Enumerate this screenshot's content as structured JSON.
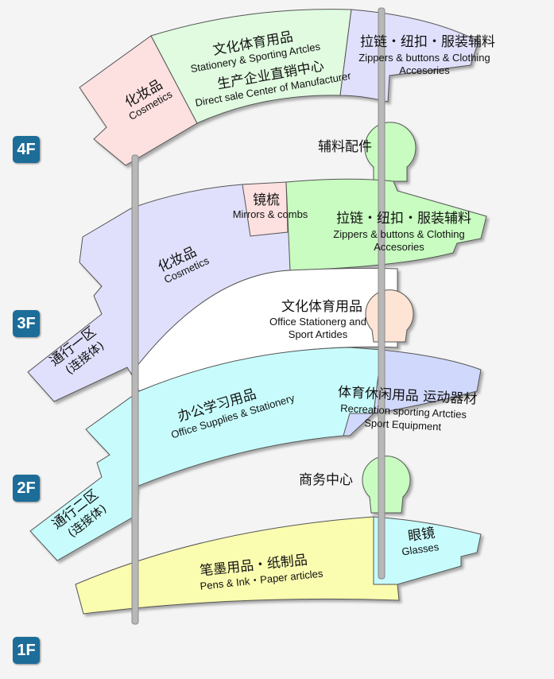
{
  "floors": [
    {
      "label": "4F"
    },
    {
      "label": "3F"
    },
    {
      "label": "2F"
    },
    {
      "label": "1F"
    }
  ],
  "f4": {
    "cosmetics_cn": "化妆品",
    "cosmetics_en": "Cosmetics",
    "stationery_cn": "文化体育用品",
    "stationery_en": "Stationery & Sporting Artcles",
    "direct_cn": "生产企业直销中心",
    "direct_en": "Direct sale Center of Manufacturer",
    "zippers_cn": "拉链・纽扣・服装辅料",
    "zippers_en1": "Zippers & buttons & Clothing",
    "zippers_en2": "Accesories",
    "accessories_cn": "辅料配件"
  },
  "f3": {
    "mirrors_cn": "镜梳",
    "mirrors_en": "Mirrors & combs",
    "zippers_cn": "拉链・纽扣・服装辅料",
    "zippers_en1": "Zippers & buttons & Clothing",
    "zippers_en2": "Accesories",
    "cosmetics_cn": "化妆品",
    "cosmetics_en": "Cosmetics",
    "office_cn": "文化体育用品",
    "office_en1": "Office Stationerg and",
    "office_en2": "Sport Artides",
    "passage_cn": "通行一区",
    "passage_sub": "(连接体)"
  },
  "f2": {
    "office_cn": "办公学习用品",
    "office_en": "Office Supplies & Stationery",
    "recreation_cn": "体育休闲用品 运动器材",
    "recreation_en1": "Recreation sporting Artcties",
    "recreation_en2": "Sport Equipment",
    "business_cn": "商务中心",
    "passage_cn": "通行二区",
    "passage_sub": "(连接体)"
  },
  "f1": {
    "pens_cn": "笔墨用品・纸制品",
    "pens_en": "Pens & Ink・Paper articles",
    "glasses_cn": "眼镜",
    "glasses_en": "Glasses"
  },
  "colors": {
    "pink": "#fde0e0",
    "lightgreen": "#e0fbe0",
    "green": "#c8fcc0",
    "lavender": "#e0e0fc",
    "cyan": "#c8fcfc",
    "yellow": "#fafcb0",
    "peach": "#fde4d4",
    "badge": "#1d6d99"
  }
}
